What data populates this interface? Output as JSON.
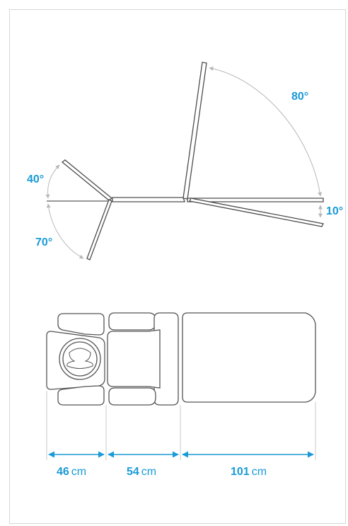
{
  "angles": {
    "backrest_up": "80°",
    "backrest_down": "10°",
    "head_up": "40°",
    "head_down": "70°"
  },
  "dimensions": [
    {
      "value": "46",
      "unit": "cm"
    },
    {
      "value": "54",
      "unit": "cm"
    },
    {
      "value": "101",
      "unit": "cm"
    }
  ],
  "colors": {
    "accent": "#1a9ad6",
    "outline": "#4d4d4d",
    "guide": "#b8b8b8",
    "frame": "#d6d6d6"
  }
}
